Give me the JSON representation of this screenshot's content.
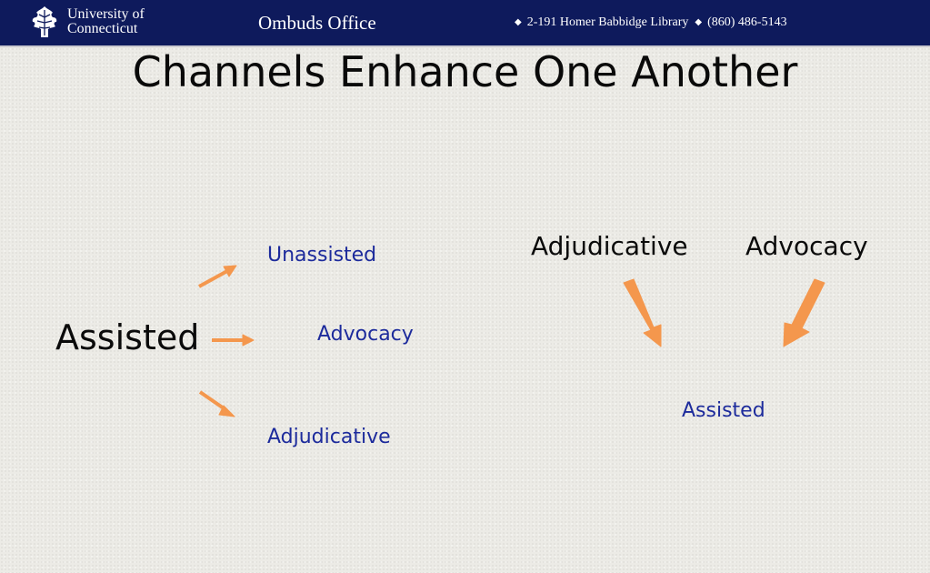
{
  "header": {
    "university_line1": "University of",
    "university_line2": "Connecticut",
    "office_name": "Ombuds Office",
    "address": "2-191 Homer Babbidge Library",
    "phone": "(860) 486-5143",
    "logo_icon": "oak-leaf-icon",
    "bullet_glyph": "◆"
  },
  "slide": {
    "title": "Channels Enhance One Another"
  },
  "left_diagram": {
    "source": "Assisted",
    "targets": [
      "Unassisted",
      "Advocacy",
      "Adjudicative"
    ]
  },
  "right_diagram": {
    "sources": [
      "Adjudicative",
      "Advocacy"
    ],
    "target": "Assisted"
  },
  "colors": {
    "header_bg": "#0e1a5c",
    "arrow": "#f4974d",
    "label_blue": "#1d2b9c"
  }
}
